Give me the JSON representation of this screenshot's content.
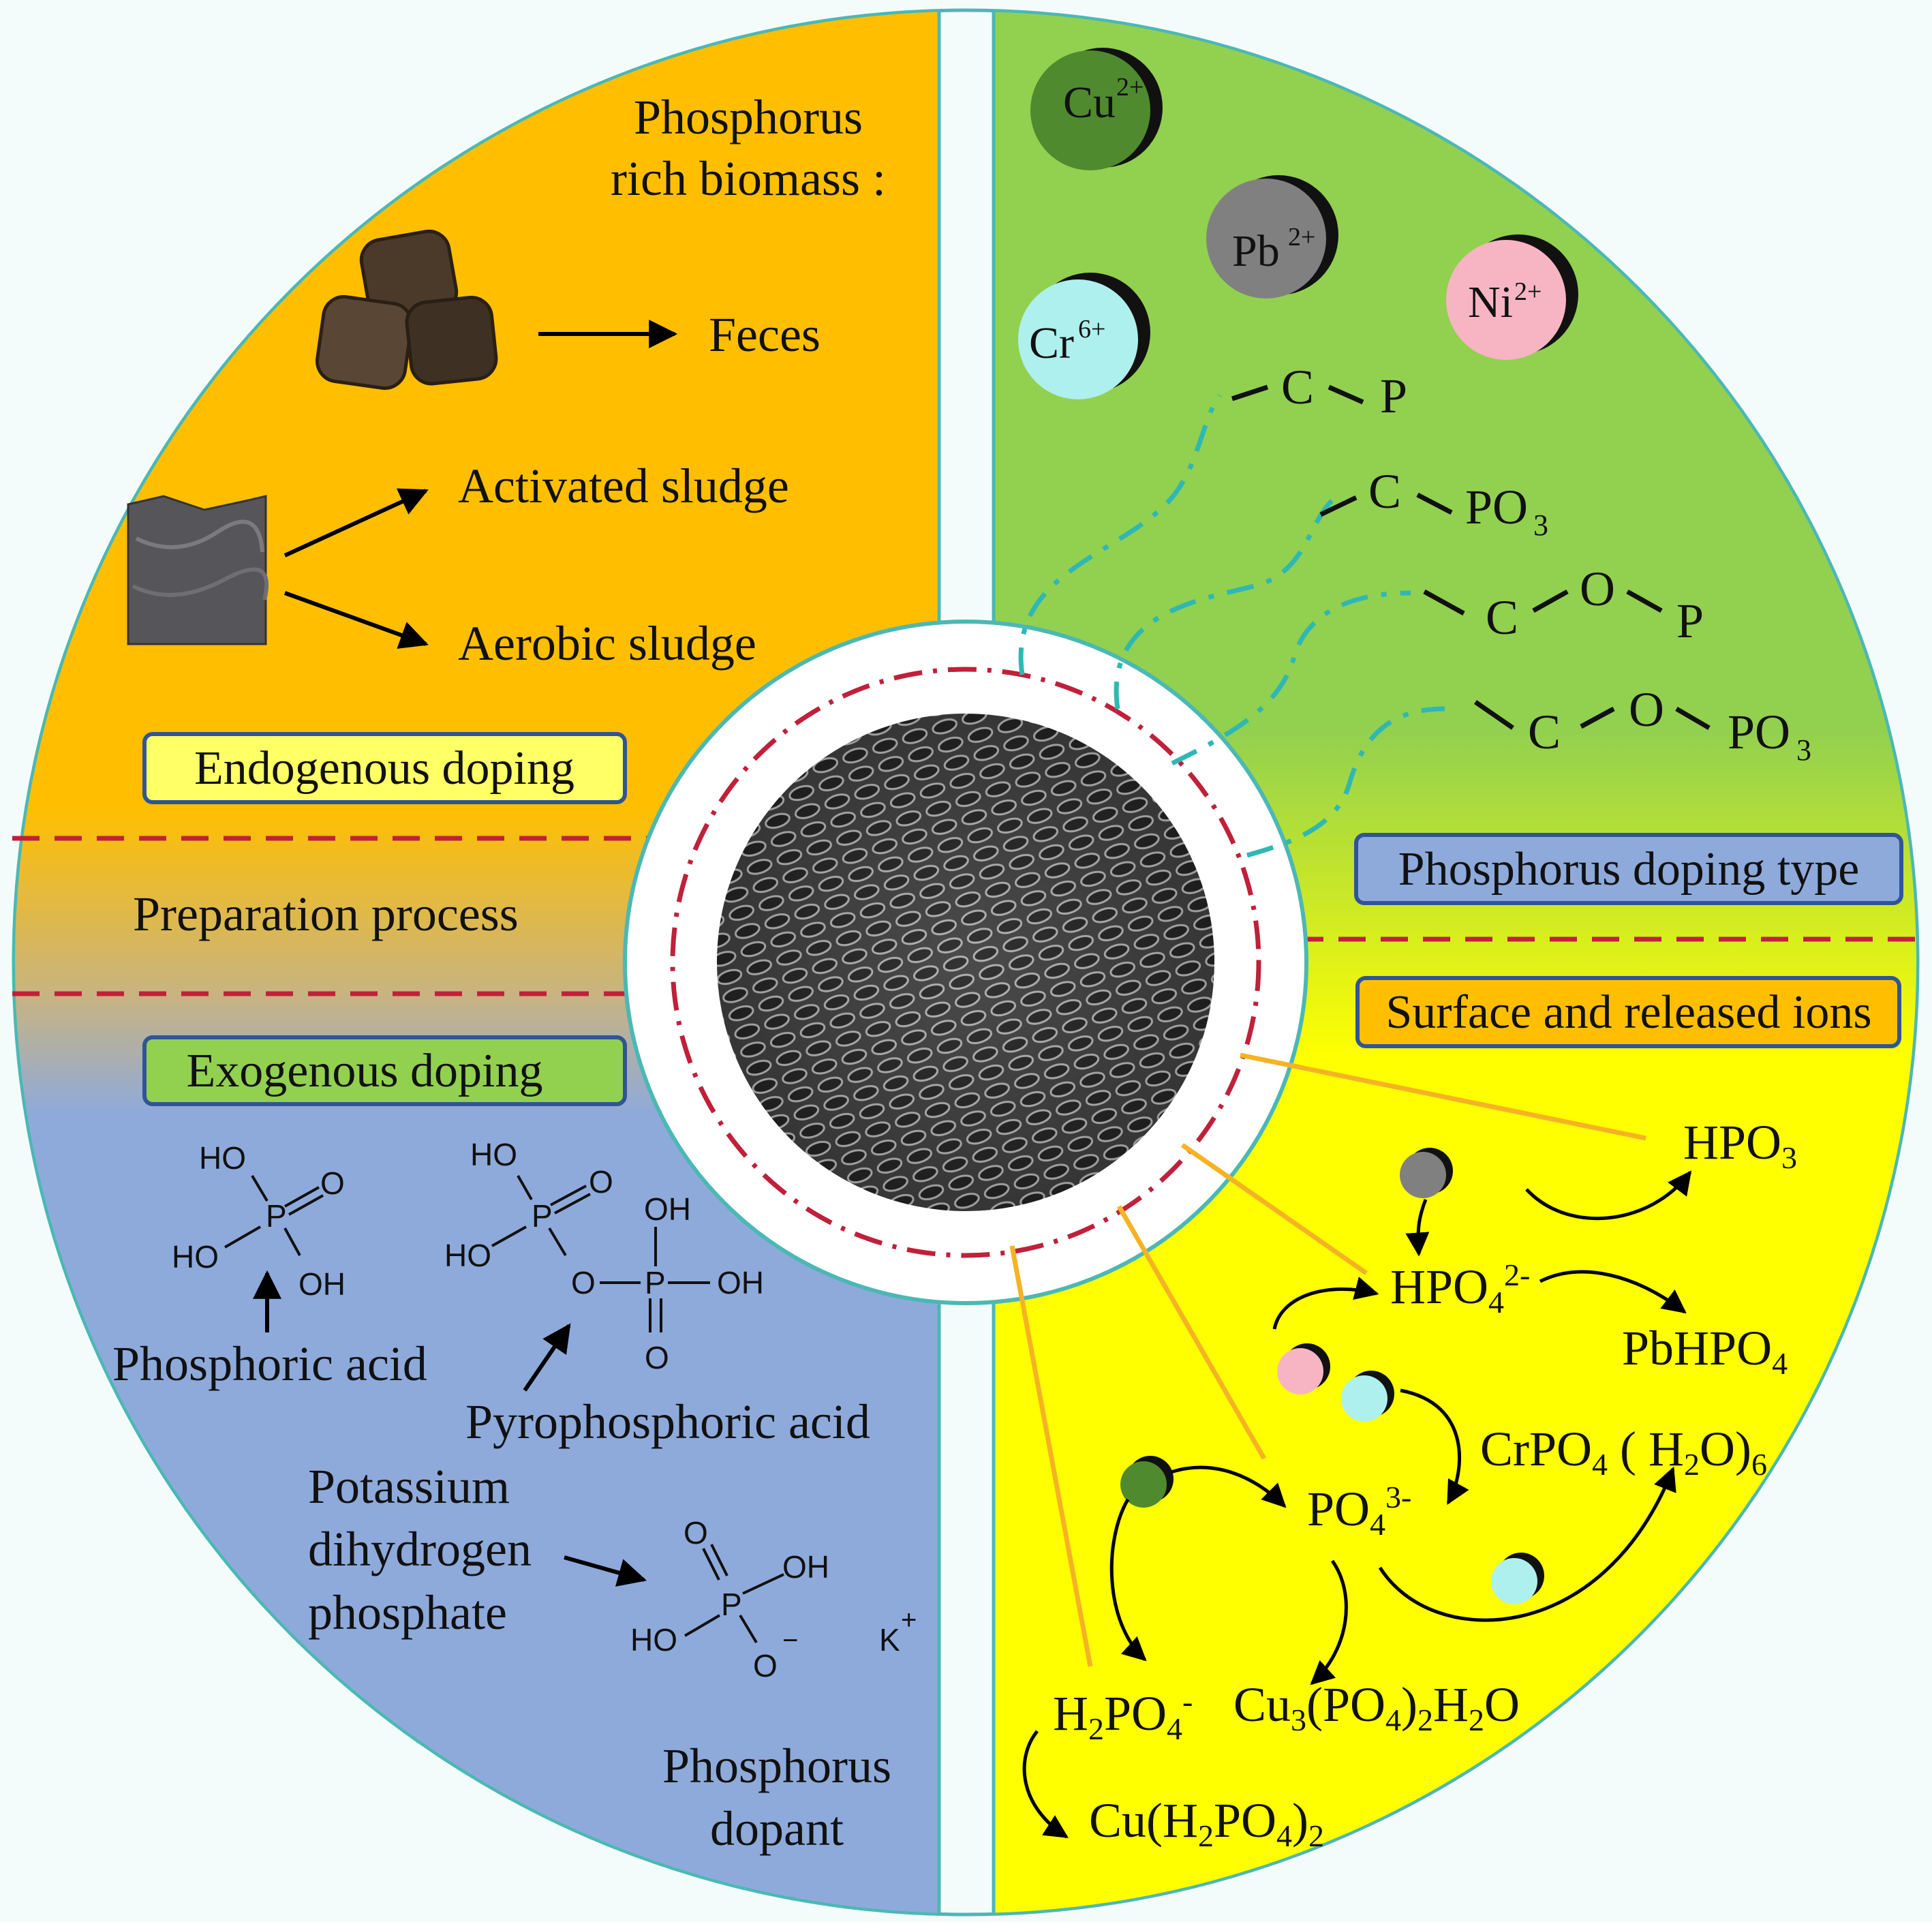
{
  "colors": {
    "endogenous_bg": "#ffbf00",
    "phosphorus_type_bg": "#92d050",
    "exogenous_bg": "#8eaadb",
    "released_bg": "#ffff00",
    "ring_border": "#4bb8b4",
    "dash_red": "#c0203a",
    "orange_line": "#f5b324"
  },
  "endogenous": {
    "title_line1": "Phosphorus",
    "title_line2": "rich biomass :",
    "feces": "Feces",
    "activated_sludge": "Activated sludge",
    "aerobic_sludge": "Aerobic sludge",
    "box_label": "Endogenous doping"
  },
  "middle": {
    "preparation_process": "Preparation process"
  },
  "exogenous": {
    "box_label": "Exogenous doping",
    "phosphoric_acid": "Phosphoric acid",
    "pyrophosphoric_acid": "Pyrophosphoric acid",
    "potassium_line1": "Potassium",
    "potassium_line2": "dihydrogen",
    "potassium_line3": "phosphate",
    "dopant_line1": "Phosphorus",
    "dopant_line2": "dopant",
    "atoms": {
      "HO": "HO",
      "OH": "OH",
      "O": "O",
      "P": "P",
      "K": "K",
      "minus": "−",
      "plus": "+"
    }
  },
  "doping_type": {
    "box_label": "Phosphorus doping type",
    "ions": [
      {
        "base": "Cu",
        "charge": "2+",
        "color": "#4f8a2f"
      },
      {
        "base": "Pb",
        "charge": "2+",
        "color": "#808080"
      },
      {
        "base": "Ni",
        "charge": "2+",
        "color": "#f7b5c3"
      },
      {
        "base": "Cr",
        "charge": "6+",
        "color": "#aef0ee"
      }
    ],
    "groups": {
      "C": "C",
      "P": "P",
      "O": "O",
      "PO": "PO",
      "three": "3"
    }
  },
  "released": {
    "box_label": "Surface and released ions",
    "hpo3": {
      "base": "HPO",
      "sub": "3"
    },
    "hpo4": {
      "base": "HPO",
      "sub": "4",
      "sup": "2-"
    },
    "pbhpo4": {
      "base": "PbHPO",
      "sub": "4"
    },
    "crpo4": {
      "a": "CrPO",
      "s1": "4",
      "b": " ( H",
      "s2": "2",
      "c": "O)",
      "s3": "6"
    },
    "po4": {
      "base": "PO",
      "sub": "4",
      "sup": "3-"
    },
    "h2po4": {
      "a": "H",
      "s1": "2",
      "b": "PO",
      "s2": "4",
      "sup": "-"
    },
    "cu3": {
      "a": "Cu",
      "s1": "3",
      "b": "(PO",
      "s2": "4",
      "c": ")",
      "s3": "2",
      "d": "H",
      "s4": "2",
      "e": "O"
    },
    "cuh2po4": {
      "a": "Cu(H",
      "s1": "2",
      "b": "PO",
      "s2": "4",
      "c": ")",
      "s3": "2"
    }
  }
}
